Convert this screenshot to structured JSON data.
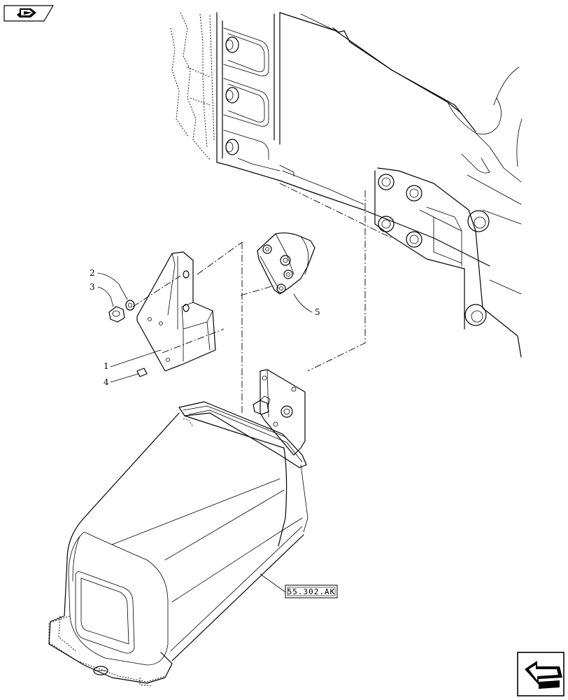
{
  "callouts": [
    {
      "id": "2",
      "label": "2"
    },
    {
      "id": "3",
      "label": "3"
    },
    {
      "id": "1",
      "label": "1"
    },
    {
      "id": "4",
      "label": "4"
    },
    {
      "id": "5",
      "label": "5"
    }
  ],
  "reference_code": "55.302.AK",
  "icons": {
    "top_left": "section-book-icon",
    "bottom_right": "navigation-arrow-icon"
  },
  "colors": {
    "line": "#000000",
    "background": "#ffffff"
  }
}
